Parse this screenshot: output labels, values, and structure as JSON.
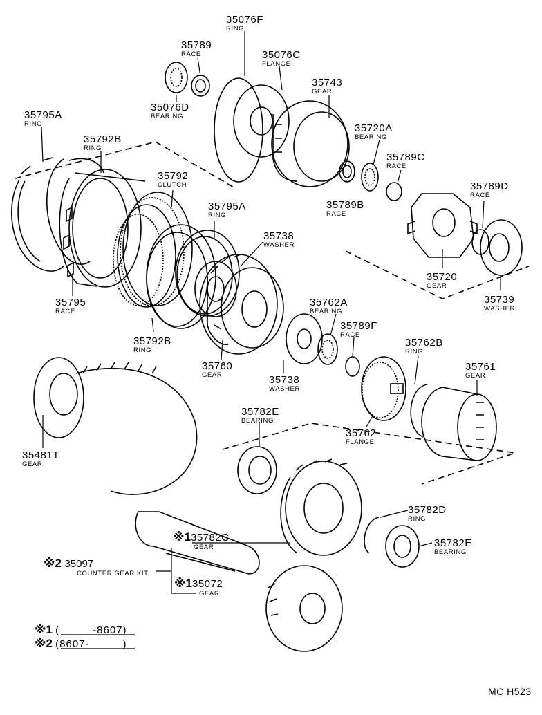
{
  "parts": [
    {
      "id": "35076F",
      "part": "35076F",
      "name": "RING"
    },
    {
      "id": "35789",
      "part": "35789",
      "name": "RACE"
    },
    {
      "id": "35076C",
      "part": "35076C",
      "name": "FLANGE"
    },
    {
      "id": "35743",
      "part": "35743",
      "name": "GEAR"
    },
    {
      "id": "35076D",
      "part": "35076D",
      "name": "BEARING"
    },
    {
      "id": "35795A-top",
      "part": "35795A",
      "name": "RING"
    },
    {
      "id": "35792B-top",
      "part": "35792B",
      "name": "RING"
    },
    {
      "id": "35720A",
      "part": "35720A",
      "name": "BEARING"
    },
    {
      "id": "35789C",
      "part": "35789C",
      "name": "RACE"
    },
    {
      "id": "35792",
      "part": "35792",
      "name": "CLUTCH"
    },
    {
      "id": "35789D",
      "part": "35789D",
      "name": "RACE"
    },
    {
      "id": "35789B",
      "part": "35789B",
      "name": "RACE"
    },
    {
      "id": "35795A-mid",
      "part": "35795A",
      "name": "RING"
    },
    {
      "id": "35738-top",
      "part": "35738",
      "name": "WASHER"
    },
    {
      "id": "35720",
      "part": "35720",
      "name": "GEAR"
    },
    {
      "id": "35739",
      "part": "35739",
      "name": "WASHER"
    },
    {
      "id": "35795",
      "part": "35795",
      "name": "RACE"
    },
    {
      "id": "35762A",
      "part": "35762A",
      "name": "BEARING"
    },
    {
      "id": "35789F",
      "part": "35789F",
      "name": "RACE"
    },
    {
      "id": "35792B-bot",
      "part": "35792B",
      "name": "RING"
    },
    {
      "id": "35762B",
      "part": "35762B",
      "name": "RING"
    },
    {
      "id": "35760",
      "part": "35760",
      "name": "GEAR"
    },
    {
      "id": "35761",
      "part": "35761",
      "name": "GEAR"
    },
    {
      "id": "35738-bot",
      "part": "35738",
      "name": "WASHER"
    },
    {
      "id": "35782E-top",
      "part": "35782E",
      "name": "BEARING"
    },
    {
      "id": "35762",
      "part": "35762",
      "name": "FLANGE"
    },
    {
      "id": "35481T",
      "part": "35481T",
      "name": "GEAR"
    },
    {
      "id": "35782D",
      "part": "35782D",
      "name": "RING"
    },
    {
      "id": "35782E-bot",
      "part": "35782E",
      "name": "BEARING"
    }
  ],
  "marked_parts": [
    {
      "id": "35782C",
      "mark": "※1",
      "part": "35782C",
      "name": "GEAR"
    },
    {
      "id": "35072",
      "mark": "※1",
      "part": "35072",
      "name": "GEAR"
    }
  ],
  "kit": {
    "mark": "※2",
    "part": "35097",
    "name": "COUNTER GEAR KIT"
  },
  "legend": [
    {
      "mark": "※1",
      "range": "(　　　-8607)"
    },
    {
      "mark": "※2",
      "range": "(8607-　　　)"
    }
  ],
  "diagram_code": "MC H523",
  "line_color": "#000000"
}
